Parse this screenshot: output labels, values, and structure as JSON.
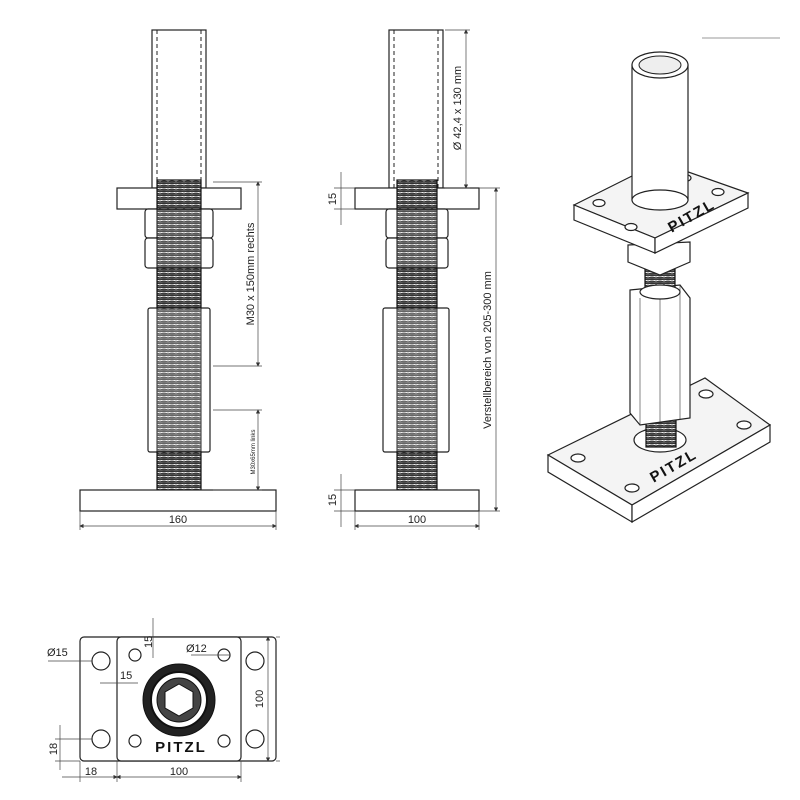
{
  "dimensions": {
    "width_160": "160",
    "width_100_front": "100",
    "width_100_plan": "100",
    "height_100_plan": "100",
    "plate_15_top": "15",
    "plate_15_bottom": "15",
    "tube": "Ø 42,4 x 130 mm",
    "thread_right": "M30 x 150mm rechts",
    "thread_left": "M30x65mm links",
    "adjustment": "Verstellbereich von 205-300 mm",
    "hole_15": "Ø15",
    "hole_12": "Ø12",
    "offset_15_a": "15",
    "offset_15_b": "15",
    "offset_18_v": "18",
    "offset_18_h": "18"
  },
  "brand": {
    "plan_label": "PITZL",
    "iso_top_label": "PITZL",
    "iso_bottom_label": "PITZL"
  }
}
